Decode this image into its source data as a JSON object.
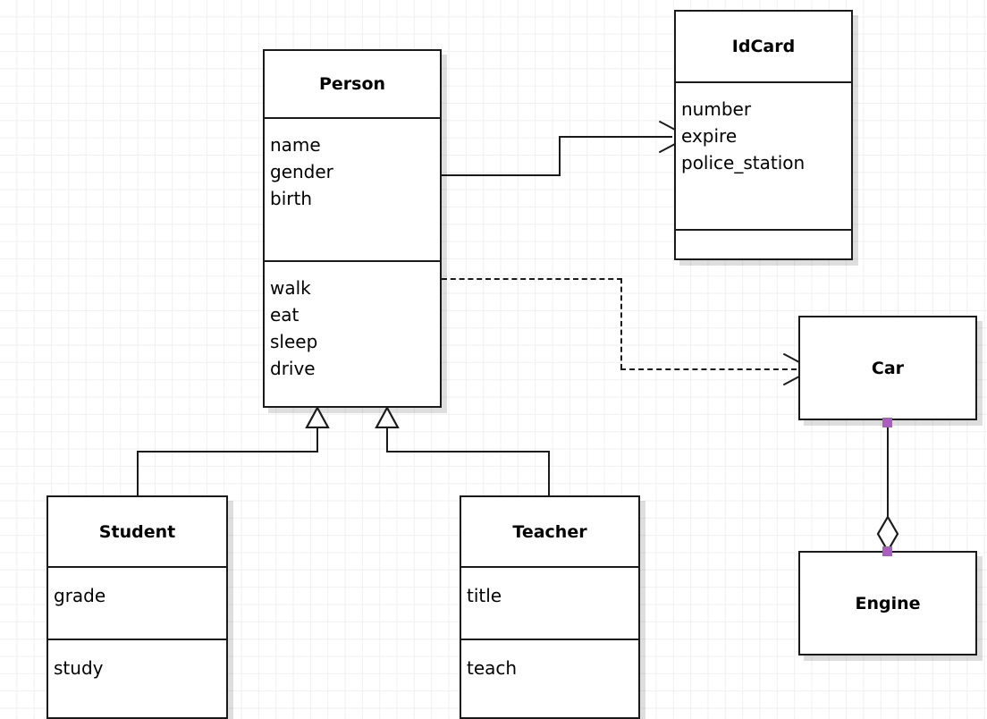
{
  "diagram": {
    "type": "uml-class-diagram",
    "background": "#ffffff",
    "grid_color": "#f0f0f0",
    "line_color": "#1a1a1a",
    "handle_color": "#aa5fc0"
  },
  "classes": {
    "person": {
      "name": "Person",
      "attributes": [
        "name",
        "gender",
        "birth"
      ],
      "methods": [
        "walk",
        "eat",
        "sleep",
        "drive"
      ]
    },
    "idcard": {
      "name": "IdCard",
      "attributes": [
        "number",
        "expire",
        "police_station"
      ],
      "methods": []
    },
    "student": {
      "name": "Student",
      "attributes": [
        "grade"
      ],
      "methods": [
        "study"
      ]
    },
    "teacher": {
      "name": "Teacher",
      "attributes": [
        "title"
      ],
      "methods": [
        "teach"
      ]
    },
    "car": {
      "name": "Car",
      "attributes": [],
      "methods": []
    },
    "engine": {
      "name": "Engine",
      "attributes": [],
      "methods": []
    }
  },
  "relationships": [
    {
      "id": "person-idcard",
      "kind": "association",
      "style": "solid",
      "arrowhead": "open",
      "from": "Person",
      "to": "IdCard"
    },
    {
      "id": "person-car",
      "kind": "dependency",
      "style": "dashed",
      "arrowhead": "open",
      "from": "Person",
      "to": "Car"
    },
    {
      "id": "student-person",
      "kind": "generalization",
      "style": "solid",
      "arrowhead": "hollow-triangle",
      "from": "Student",
      "to": "Person"
    },
    {
      "id": "teacher-person",
      "kind": "generalization",
      "style": "solid",
      "arrowhead": "hollow-triangle",
      "from": "Teacher",
      "to": "Person"
    },
    {
      "id": "car-engine",
      "kind": "aggregation",
      "style": "solid",
      "arrowhead": "hollow-diamond",
      "from": "Car",
      "to": "Engine"
    }
  ]
}
